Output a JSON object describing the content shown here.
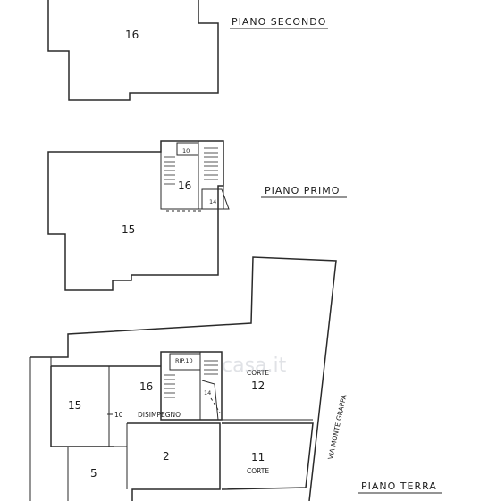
{
  "floors": {
    "second": {
      "title": "PIANO SECONDO",
      "rooms": {
        "r16": "16"
      }
    },
    "first": {
      "title": "PIANO PRIMO",
      "rooms": {
        "r15": "15",
        "r16": "16",
        "r10": "10",
        "r14": "14"
      }
    },
    "ground": {
      "title": "PIANO TERRA",
      "rooms": {
        "r15": "15",
        "r10": "10",
        "r16": "16",
        "r14": "14",
        "r2": "2",
        "r5": "5",
        "r11": "11",
        "r12": "12"
      },
      "labels": {
        "disimpegno": "DISIMPEGNO",
        "ripostiglio": "RIP.10",
        "corte_12": "CORTE",
        "corte_11": "CORTE"
      },
      "street": "VIA MONTE GRAPPA"
    }
  },
  "watermark": "casa.it"
}
